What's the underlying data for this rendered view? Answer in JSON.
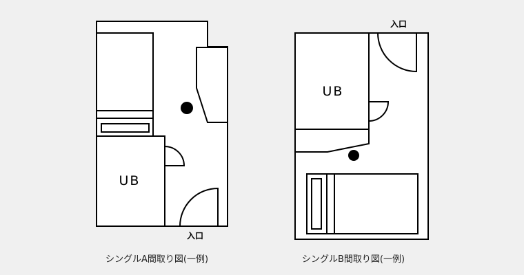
{
  "plan_a": {
    "bath_label": "UB",
    "entry_label": "入口",
    "caption": "シングルA間取り図(一例)"
  },
  "plan_b": {
    "bath_label": "UB",
    "entry_label": "入口",
    "caption": "シングルB間取り図(一例)"
  },
  "colors": {
    "background": "#f0f0f0",
    "wall_fill": "#ffffff",
    "line": "#000000"
  }
}
